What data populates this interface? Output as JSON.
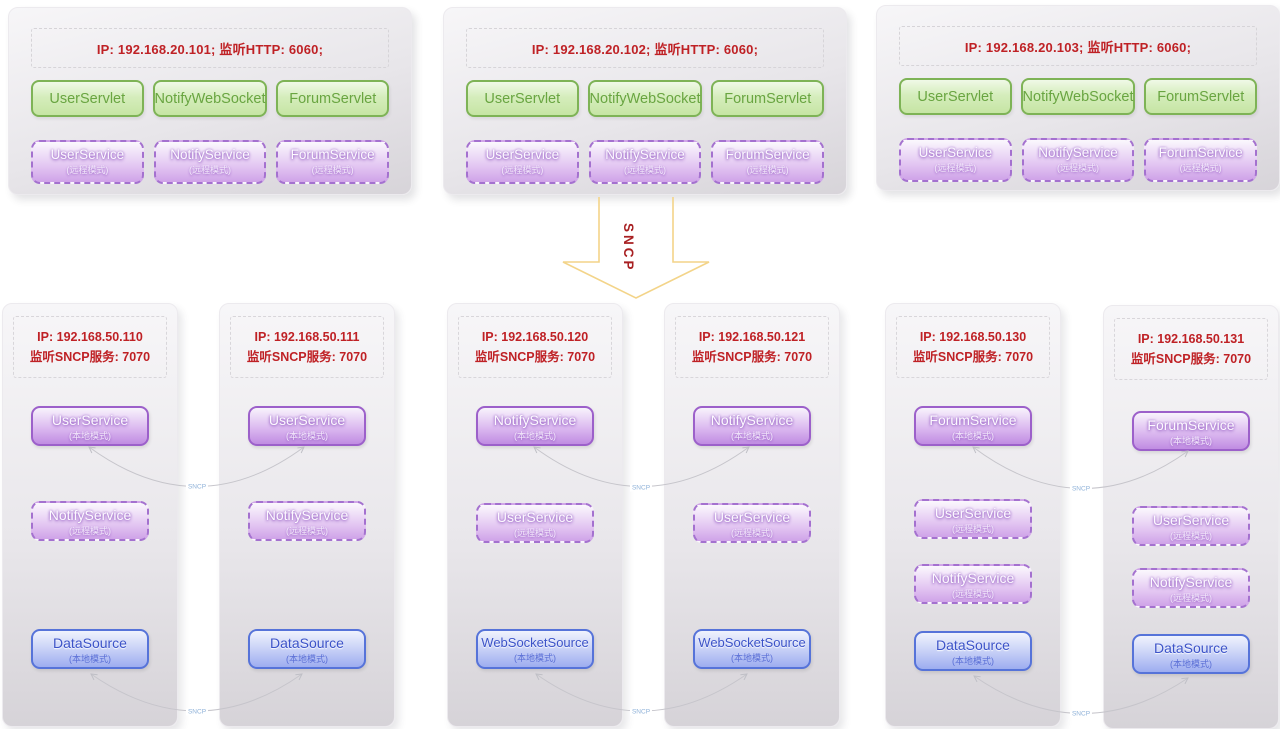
{
  "top_servers": [
    {
      "ip_line": "IP: 192.168.20.101;  监听HTTP: 6060;",
      "servlets": [
        "UserServlet",
        "NotifyWebSocket",
        "ForumServlet"
      ],
      "services": [
        {
          "name": "UserService",
          "mode": "(远程模式)"
        },
        {
          "name": "NotifyService",
          "mode": "(远程模式)"
        },
        {
          "name": "ForumService",
          "mode": "(远程模式)"
        }
      ]
    },
    {
      "ip_line": "IP: 192.168.20.102;  监听HTTP: 6060;",
      "servlets": [
        "UserServlet",
        "NotifyWebSocket",
        "ForumServlet"
      ],
      "services": [
        {
          "name": "UserService",
          "mode": "(远程模式)"
        },
        {
          "name": "NotifyService",
          "mode": "(远程模式)"
        },
        {
          "name": "ForumService",
          "mode": "(远程模式)"
        }
      ]
    },
    {
      "ip_line": "IP: 192.168.20.103;  监听HTTP: 6060;",
      "servlets": [
        "UserServlet",
        "NotifyWebSocket",
        "ForumServlet"
      ],
      "services": [
        {
          "name": "UserService",
          "mode": "(远程模式)"
        },
        {
          "name": "NotifyService",
          "mode": "(远程模式)"
        },
        {
          "name": "ForumService",
          "mode": "(远程模式)"
        }
      ]
    }
  ],
  "sncp_arrow": {
    "label": "SNCP"
  },
  "connector_label": "SNCP",
  "service_nodes": [
    {
      "ip_line1": "IP: 192.168.50.110",
      "ip_line2": "监听SNCP服务: 7070",
      "services": [
        {
          "name": "UserService",
          "mode": "(本地模式)"
        },
        {
          "name": "NotifyService",
          "mode": "(远程模式)"
        },
        {
          "name": "DataSource",
          "mode": "(本地模式)"
        }
      ]
    },
    {
      "ip_line1": "IP: 192.168.50.111",
      "ip_line2": "监听SNCP服务: 7070",
      "services": [
        {
          "name": "UserService",
          "mode": "(本地模式)"
        },
        {
          "name": "NotifyService",
          "mode": "(远程模式)"
        },
        {
          "name": "DataSource",
          "mode": "(本地模式)"
        }
      ]
    },
    {
      "ip_line1": "IP: 192.168.50.120",
      "ip_line2": "监听SNCP服务: 7070",
      "services": [
        {
          "name": "NotifyService",
          "mode": "(本地模式)"
        },
        {
          "name": "UserService",
          "mode": "(远程模式)"
        },
        {
          "name": "WebSocketSource",
          "mode": "(本地模式)"
        }
      ]
    },
    {
      "ip_line1": "IP: 192.168.50.121",
      "ip_line2": "监听SNCP服务: 7070",
      "services": [
        {
          "name": "NotifyService",
          "mode": "(本地模式)"
        },
        {
          "name": "UserService",
          "mode": "(远程模式)"
        },
        {
          "name": "WebSocketSource",
          "mode": "(本地模式)"
        }
      ]
    },
    {
      "ip_line1": "IP: 192.168.50.130",
      "ip_line2": "监听SNCP服务: 7070",
      "services": [
        {
          "name": "ForumService",
          "mode": "(本地模式)"
        },
        {
          "name": "UserService",
          "mode": "(远程模式)"
        },
        {
          "name": "NotifyService",
          "mode": "(远程模式)"
        },
        {
          "name": "DataSource",
          "mode": "(本地模式)"
        }
      ]
    },
    {
      "ip_line1": "IP: 192.168.50.131",
      "ip_line2": "监听SNCP服务: 7070",
      "services": [
        {
          "name": "ForumService",
          "mode": "(本地模式)"
        },
        {
          "name": "UserService",
          "mode": "(远程模式)"
        },
        {
          "name": "NotifyService",
          "mode": "(远程模式)"
        },
        {
          "name": "DataSource",
          "mode": "(本地模式)"
        }
      ]
    }
  ],
  "colors": {
    "ip_text_red": "#bf2125",
    "green_border": "#7eb356",
    "green_text": "#69a541",
    "purple_border": "#9c60ca",
    "blue_border": "#5673d9",
    "blue_text": "#3c53c8",
    "arrow_outline": "#f3d489",
    "arrow_label_red": "#a82022",
    "connector_gray": "#c6c5cb",
    "connector_label_blue": "#8fb2d9"
  }
}
